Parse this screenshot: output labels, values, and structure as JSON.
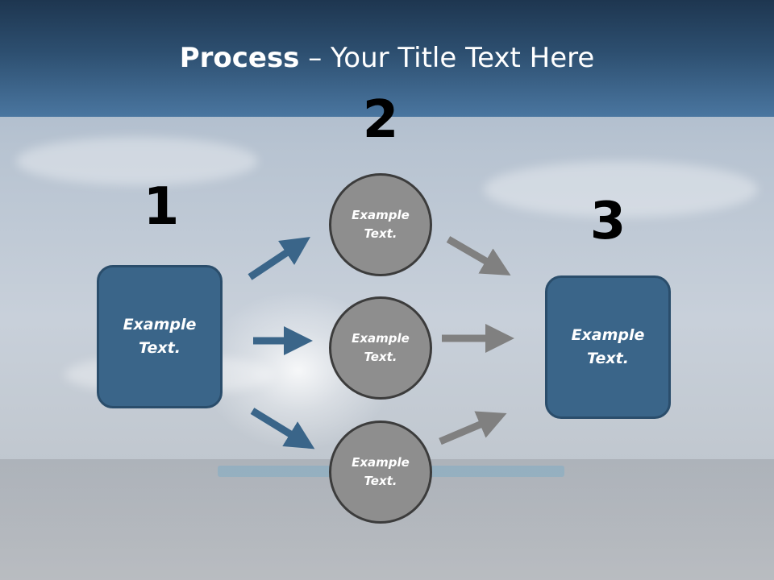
{
  "header": {
    "title_bold": "Process",
    "title_rest": " – Your Title Text Here"
  },
  "steps": {
    "n1": "1",
    "n2": "2",
    "n3": "3"
  },
  "boxes": {
    "left": "Example Text.",
    "right": "Example Text."
  },
  "circles": {
    "top": "Example Text.",
    "middle": "Example Text.",
    "bottom": "Example Text."
  },
  "colors": {
    "box_fill": "#3a6589",
    "circle_fill": "#8e8e8e",
    "blue_arrow": "#3a6589",
    "gray_arrow": "#808080"
  }
}
